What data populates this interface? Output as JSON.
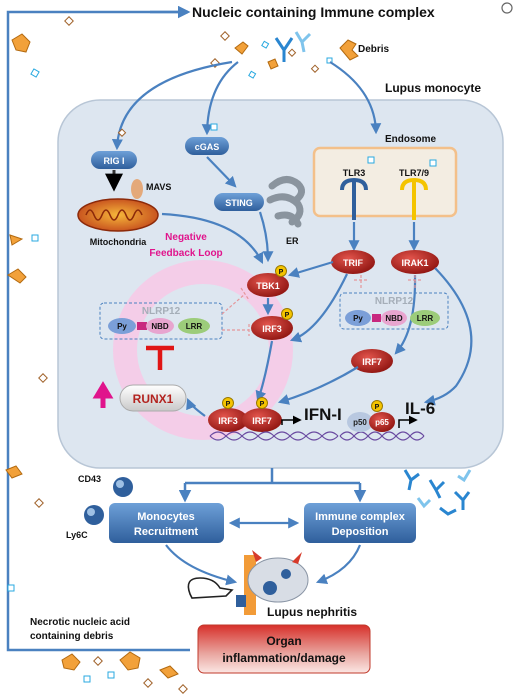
{
  "title": "Nucleic containing Immune complex",
  "debris": "Debris",
  "lupus_monocyte": "Lupus monocyte",
  "endosome": "Endosome",
  "nodes": {
    "rig1": "RIG I",
    "cgas": "cGAS",
    "sting": "STING",
    "mavs": "MAVS",
    "mitochondria": "Mitochondria",
    "er": "ER",
    "tlr3": "TLR3",
    "tlr79": "TLR7/9",
    "trif": "TRIF",
    "irak1": "IRAK1",
    "tbk1": "TBK1",
    "irf3": "IRF3",
    "irf7": "IRF7",
    "runx1": "RUNX1",
    "ifn": "IFN-I",
    "il6": "IL-6",
    "p50": "p50",
    "p65": "p65",
    "phos": "P",
    "nlrp12": "NLRP12",
    "py": "Py",
    "nbd": "NBD",
    "lrr": "LRR"
  },
  "neg_feedback": [
    "Negative",
    "Feedback Loop"
  ],
  "cd43": "CD43",
  "ly6c": "Ly6C",
  "monocytes_recruitment": [
    "Monocytes",
    "Recruitment"
  ],
  "immune_complex_deposition": [
    "Immune complex",
    "Deposition"
  ],
  "lupus_nephritis": "Lupus nephritis",
  "necrotic": [
    "Necrotic nucleic acid",
    "containing debris"
  ],
  "organ": [
    "Organ",
    "inflammation/damage"
  ],
  "colors": {
    "node_red": "#b3231f",
    "box_blue": "#3f77b5",
    "arrow_blue": "#4a81c0",
    "cell_fill": "#dde6f0",
    "magenta": "#e0148c",
    "endosome_border": "#f3c08a"
  }
}
